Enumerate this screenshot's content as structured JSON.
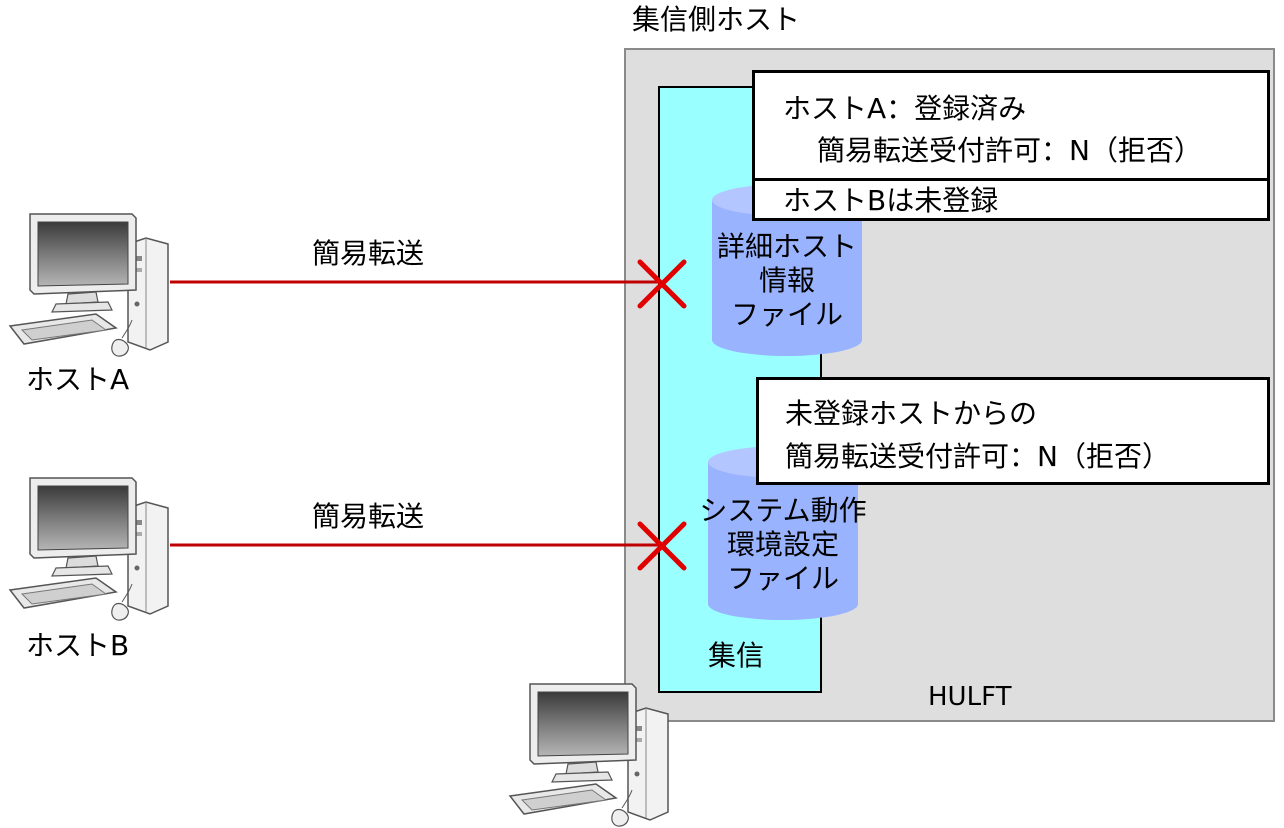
{
  "receiver": {
    "title": "集信側ホスト",
    "product_label": "HULFT",
    "receive_label": "集信"
  },
  "hosts": [
    {
      "name": "ホストA",
      "transfer_label": "簡易転送"
    },
    {
      "name": "ホストB",
      "transfer_label": "簡易転送"
    }
  ],
  "detail_host_file": {
    "lines": [
      "詳細ホスト",
      "情報",
      "ファイル"
    ],
    "note_top_lines": [
      "ホストA：登録済み",
      "簡易転送受付許可：N（拒否）"
    ],
    "note_bottom": "ホストBは未登録"
  },
  "system_env_file": {
    "lines": [
      "システム動作",
      "環境設定",
      "ファイル"
    ],
    "note_lines": [
      "未登録ホストからの",
      "簡易転送受付許可：N（拒否）"
    ]
  },
  "colors": {
    "line": "#c00000",
    "cross": "#e00000",
    "cylinder": "#99b3ff",
    "receive_area": "#99ffff",
    "hulft_area": "#dedede"
  }
}
